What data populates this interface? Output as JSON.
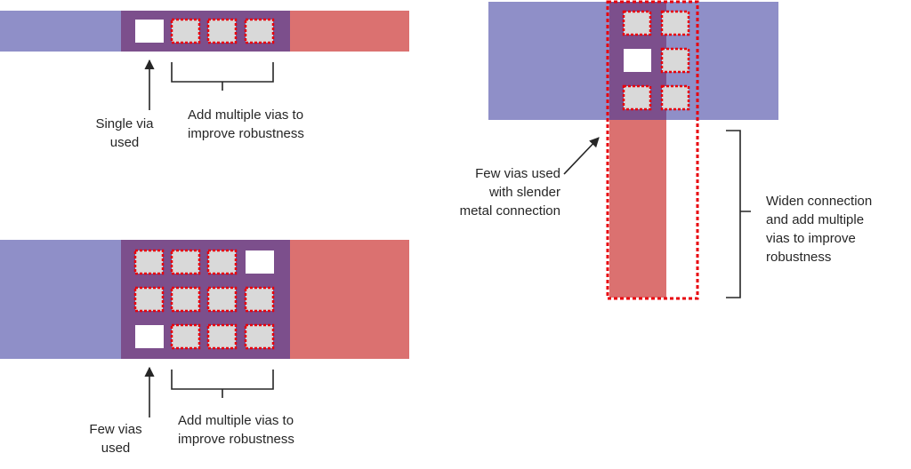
{
  "colors": {
    "metal_blue": "#8F8FC8",
    "metal_red": "#DB7170",
    "overlap_purple": "#7C4F8C",
    "via_existing": "#FFFFFF",
    "via_added_fill": "#D9D9D9",
    "via_added_border": "#E8000B",
    "arrow": "#262626"
  },
  "diagram_a": {
    "label_single_via": [
      "Single via",
      "used"
    ],
    "label_add_vias": [
      "Add multiple vias to",
      "improve robustness"
    ]
  },
  "diagram_b": {
    "label_few_vias": [
      "Few vias",
      "used"
    ],
    "label_add_vias": [
      "Add multiple vias to",
      "improve robustness"
    ]
  },
  "diagram_c": {
    "label_slender": [
      "Few vias used",
      "with slender",
      "metal connection"
    ],
    "label_widen": [
      "Widen connection",
      "and add multiple",
      "vias to improve",
      "robustness"
    ]
  }
}
